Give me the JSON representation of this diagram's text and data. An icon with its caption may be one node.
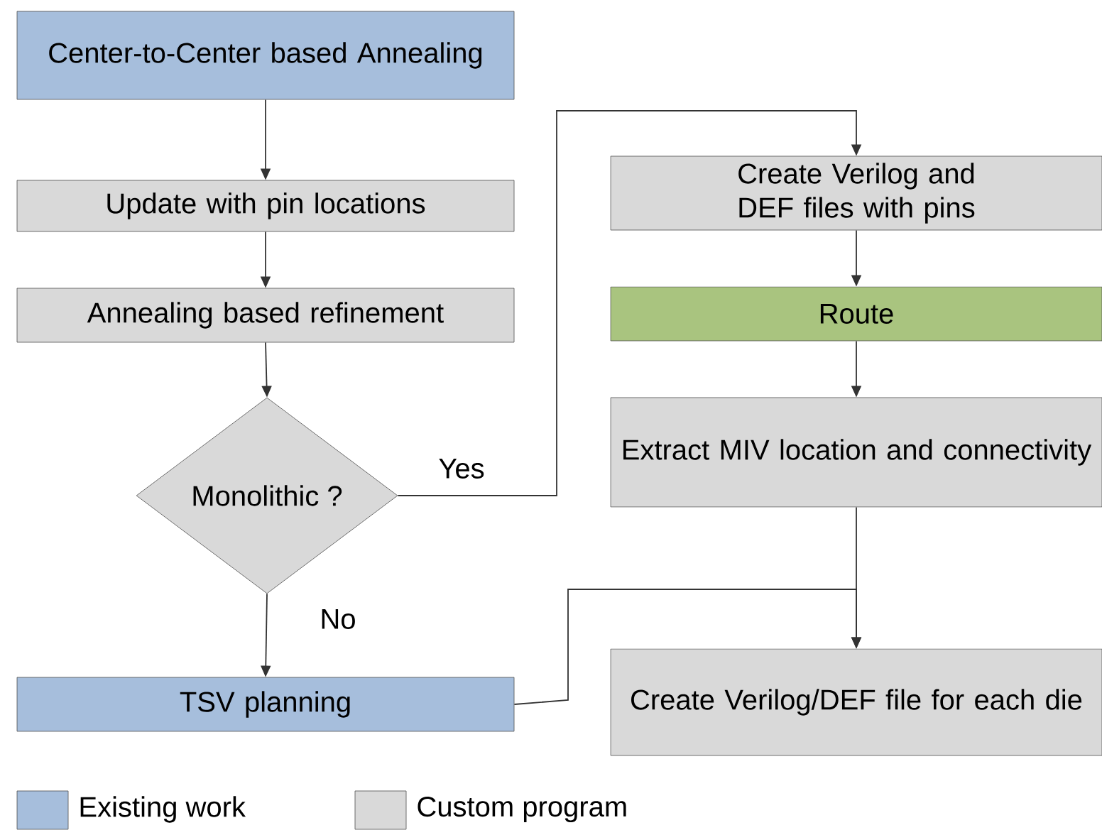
{
  "diagram": {
    "nodes": [
      {
        "text": [
          "Center-to-Center based Annealing"
        ]
      },
      {
        "text": [
          "Update with pin locations"
        ]
      },
      {
        "text": [
          "Annealing based refinement"
        ]
      },
      {
        "text": [
          "Monolithic ?"
        ]
      },
      {
        "text": [
          "Create Verilog and DEF files with pins"
        ]
      },
      {
        "text": [
          "Route"
        ]
      },
      {
        "text": [
          "Extract MIV location and connectivity"
        ]
      },
      {
        "text": [
          "TSV planning"
        ]
      },
      {
        "text": [
          "Create Verilog/DEF file for each die"
        ]
      }
    ],
    "edges": [
      {
        "from": 0,
        "to": 1,
        "arrow": "to"
      },
      {
        "from": 1,
        "to": 2,
        "arrow": "to"
      },
      {
        "from": 2,
        "to": 3,
        "arrow": "to"
      },
      {
        "from": 3,
        "to": 4,
        "arrow": "to",
        "label": "Yes"
      },
      {
        "from": 3,
        "to": 7,
        "arrow": "to",
        "label": "No"
      },
      {
        "from": 4,
        "to": 5,
        "arrow": "to"
      },
      {
        "from": 5,
        "to": 6,
        "arrow": "to"
      },
      {
        "from": 6,
        "to": 8,
        "arrow": "to"
      },
      {
        "from": 7,
        "to": 8,
        "arrow": "to"
      }
    ],
    "legend": [
      {
        "text": "Existing work",
        "color": "#a6bedc"
      },
      {
        "text": "Custom program",
        "color": "#d9d9d9"
      }
    ]
  }
}
